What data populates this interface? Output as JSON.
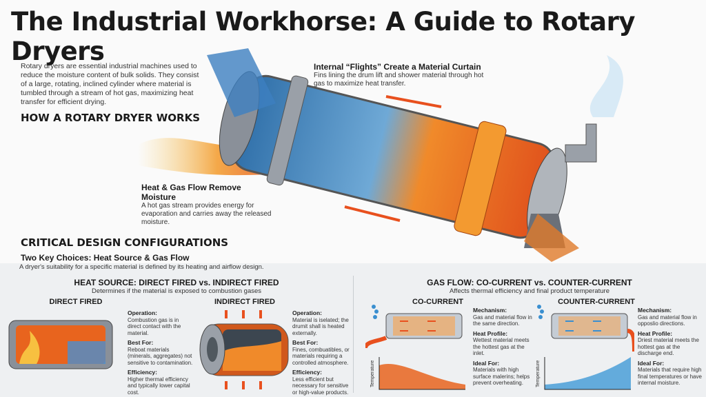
{
  "title": "The Industrial Workhorse: A Guide to Rotary Dryers",
  "intro": "Rotary dryers are essential industrial machines used to reduce the moisture content of bulk solids. They consist of a large, rotating, inclined cylinder where material is tumbled through a stream of hot gas, maximizing heat transfer for efficient drying.",
  "how_heading": "HOW A ROTARY DRYER WORKS",
  "callouts": {
    "flights": {
      "title": "Internal “Flights” Create a Material Curtain",
      "body": "Fins lining the drum lift and shower material through hot gas to maximize heat transfer."
    },
    "heat": {
      "title": "Heat & Gas Flow Remove Moisture",
      "body": "A hot gas stream provides energy for evaporation and carries away the released moisture."
    }
  },
  "config_heading": "CRITICAL DESIGN CONFIGURATIONS",
  "config_sub": "Two Key Choices: Heat Source & Gas Flow",
  "config_desc": "A dryer's suitability for a specific material is defined by its heating and airflow design.",
  "heat_source": {
    "title": "HEAT SOURCE: DIRECT FIRED vs. INDIRECT FIRED",
    "subtitle": "Determines if the material is exposed to combustion gases",
    "direct": {
      "label": "DIRECT FIRED",
      "op_l": "Operation:",
      "op": "Combustion gas is in direct contact with the material.",
      "best_l": "Best For:",
      "best": "Reboat materials (minerals, aggregates) not sensitive to contamination.",
      "eff_l": "Efficiency:",
      "eff": "Higher thermal efficiency and typically lower capital cost."
    },
    "indirect": {
      "label": "INDIRECT FIRED",
      "op_l": "Operation:",
      "op": "Material is iselated; the drumit shall is heated externally.",
      "best_l": "Best For:",
      "best": "Fines, combuatibles, or materials requiring a controlled atmosphere.",
      "eff_l": "Efficiency:",
      "eff": "Less efficient but necessary for sensitive or high-value products."
    }
  },
  "gas_flow": {
    "title": "GAS FLOW: CO-CURRENT vs. COUNTER-CURRENT",
    "subtitle": "Affects thermal efficiency and final product temperature",
    "axis_label": "Temperature",
    "co": {
      "label": "CO-CURRENT",
      "m_l": "Mechanism:",
      "m": "Gas and material flow in the same direction.",
      "h_l": "Heat Profile:",
      "h": "Wettest material meets the hottest gas at the inlet.",
      "i_l": "Ideal For:",
      "i": "Materials with high surface malerins; helps prevent overheating."
    },
    "counter": {
      "label": "COUNTER-CURRENT",
      "m_l": "Mechanism:",
      "m": "Gas and material flow in opposlio directions.",
      "h_l": "Heat Profile:",
      "h": "Driest material meets the hottest gas at the discharge end.",
      "i_l": "Ideal For:",
      "i": "Materials that require high final temperatures or have internal moisture."
    }
  },
  "colors": {
    "hot": "#e8501e",
    "cool": "#3a8fd0",
    "steel": "#8a9099"
  }
}
